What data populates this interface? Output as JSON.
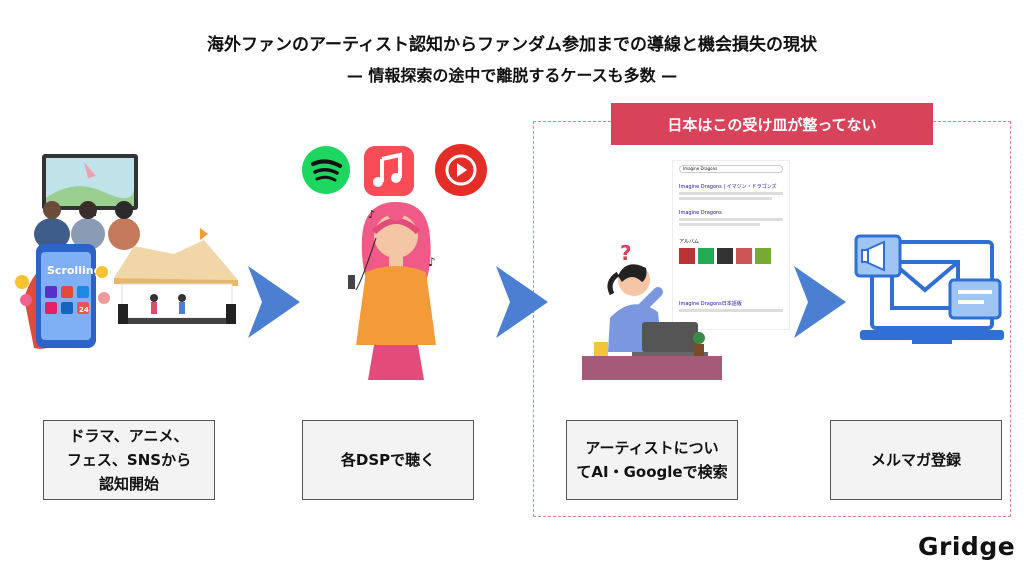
{
  "header": {
    "title": "海外ファンのアーティスト認知からファンダム参加までの導線と機会損失の現状",
    "subtitle": "— 情報探索の途中で離脱するケースも多数 —"
  },
  "highlight": {
    "banner": "日本はこの受け皿が整ってない"
  },
  "steps": [
    {
      "label": "ドラマ、アニメ、\nフェス、SNSから\n認知開始"
    },
    {
      "label": "各DSPで聴く"
    },
    {
      "label": "アーティストについ\nてAI・Googleで検索"
    },
    {
      "label": "メルマガ登録"
    }
  ],
  "illustration_text": {
    "scrolling": "Scrolling",
    "search_query": "Imagine Dragons",
    "result_title": "Imagine Dragons | イマジン・ドラゴンズ",
    "album_label": "アルバム",
    "result_title_2": "Imagine Dragons",
    "result_title_3": "Imagine Dragons日本語版",
    "badge_24": "24",
    "question_mark": "?"
  },
  "colors": {
    "accent": "#d9435a",
    "arrow": "#4a7fd1",
    "spotify": "#1ed760",
    "apple_music": "#f94c57",
    "youtube_music": "#e52d27"
  },
  "brand": {
    "logo": "Gridge"
  }
}
